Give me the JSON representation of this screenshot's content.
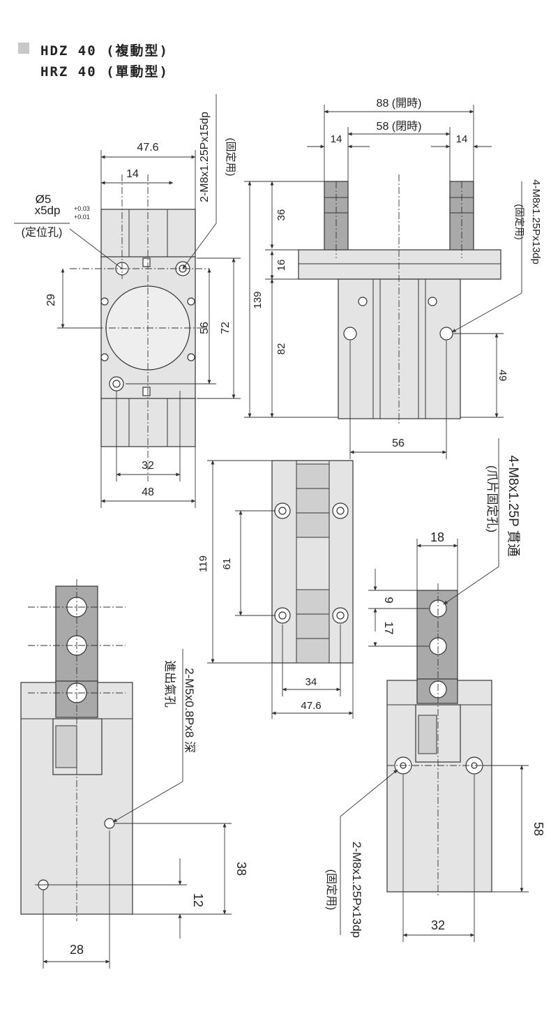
{
  "header": {
    "line1": "HDZ 40 (複動型)",
    "line2": "HRZ 40 (單動型)"
  },
  "front_view": {
    "dim_width_top": "47.6",
    "dim_14": "14",
    "hole_label_a": "Ø5",
    "hole_label_b": "x5dp",
    "tol_plus": "+0.03",
    "tol_minus": "+0.01",
    "hole_note": "(定位孔)",
    "mount_label": "2-M8x1.25Px15dp",
    "mount_note": "(固定用)",
    "dim_29": "29",
    "dim_56": "56",
    "dim_72": "72",
    "dim_32": "32",
    "dim_48": "48"
  },
  "side_view": {
    "dim_88": "88 (開時)",
    "dim_58": "58 (閉時)",
    "dim_14_left": "14",
    "dim_14_right": "14",
    "dim_36": "36",
    "dim_16": "16",
    "dim_139": "139",
    "dim_82": "82",
    "dim_49": "49",
    "dim_56": "56",
    "mount_label": "4-M8x1.25Px13dp",
    "mount_note": "(固定用)"
  },
  "top_view": {
    "dim_119": "119",
    "dim_61": "61",
    "dim_34": "34",
    "dim_47_6": "47.6"
  },
  "bottom_left_view": {
    "port_label": "2-M5x0.8Px8 深",
    "port_note": "進出氣孔",
    "dim_38": "38",
    "dim_12": "12",
    "dim_28": "28"
  },
  "bottom_right_view": {
    "jaw_label": "4-M8x1.25P 貫通",
    "jaw_note": "(爪片固定孔)",
    "dim_18": "18",
    "dim_9": "9",
    "dim_17": "17",
    "dim_58": "58",
    "dim_32": "32",
    "mount_label": "2-M8x1.25Px13dp",
    "mount_note": "(固定用)"
  }
}
